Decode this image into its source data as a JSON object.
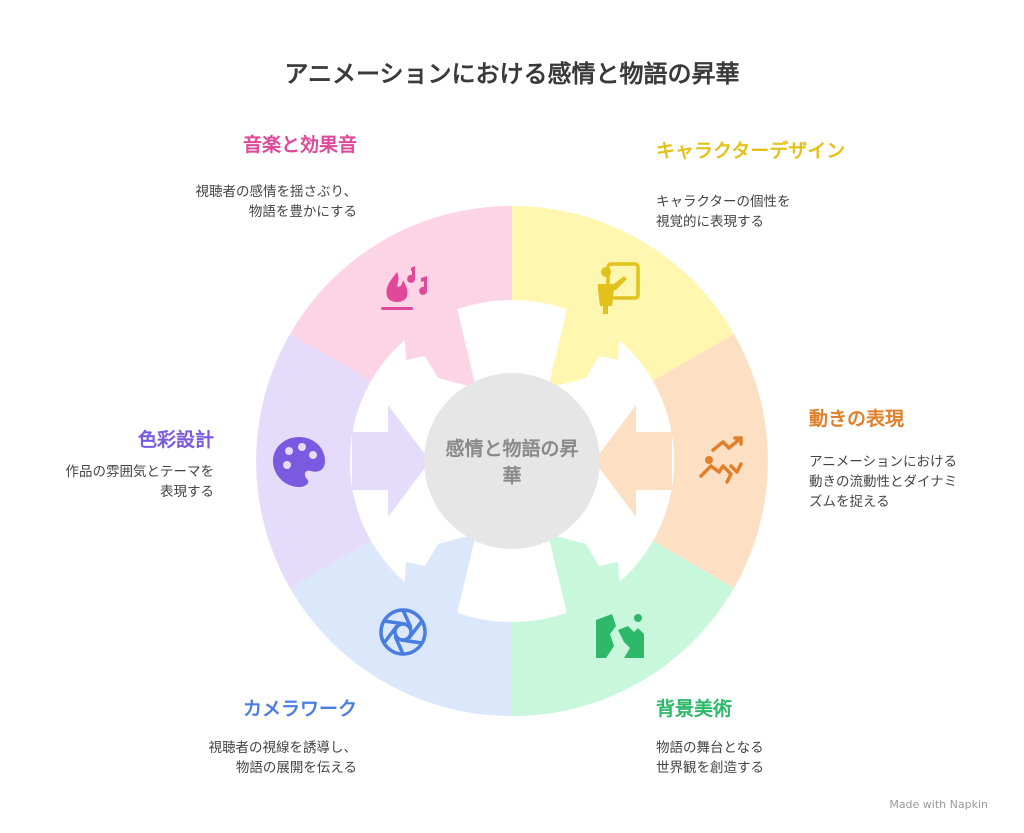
{
  "title": "アニメーションにおける感情と物語の昇華",
  "center": {
    "line1": "感情と物語の昇",
    "line2": "華"
  },
  "segments": [
    {
      "id": "music",
      "label": "音楽と効果音",
      "desc": [
        "視聴者の感情を揺さぶり、",
        "物語を豊かにする"
      ],
      "color": "#e0489a",
      "fill": "#fcd4e6",
      "icon": "music-fire-icon"
    },
    {
      "id": "character",
      "label": "キャラクターデザイン",
      "desc": [
        "キャラクターの個性を",
        "視覚的に表現する"
      ],
      "color": "#e2c21a",
      "fill": "#fff6b0",
      "icon": "presenter-board-icon"
    },
    {
      "id": "motion",
      "label": "動きの表現",
      "desc": [
        "アニメーションにおける",
        "動きの流動性とダイナミ",
        "ズムを捉える"
      ],
      "color": "#e0802a",
      "fill": "#fde0c4",
      "icon": "running-trend-icon"
    },
    {
      "id": "background",
      "label": "背景美術",
      "desc": [
        "物語の舞台となる",
        "世界観を創造する"
      ],
      "color": "#2eb86a",
      "fill": "#c8f7dc",
      "icon": "landscape-icon"
    },
    {
      "id": "camera",
      "label": "カメラワーク",
      "desc": [
        "視聴者の視線を誘導し、",
        "物語の展開を伝える"
      ],
      "color": "#4a7de0",
      "fill": "#dbe7fb",
      "icon": "aperture-icon"
    },
    {
      "id": "color",
      "label": "色彩設計",
      "desc": [
        "作品の雰囲気とテーマを",
        "表現する"
      ],
      "color": "#7a5ae0",
      "fill": "#e4dcfa",
      "icon": "palette-icon"
    }
  ],
  "footer": "Made with  Napkin"
}
